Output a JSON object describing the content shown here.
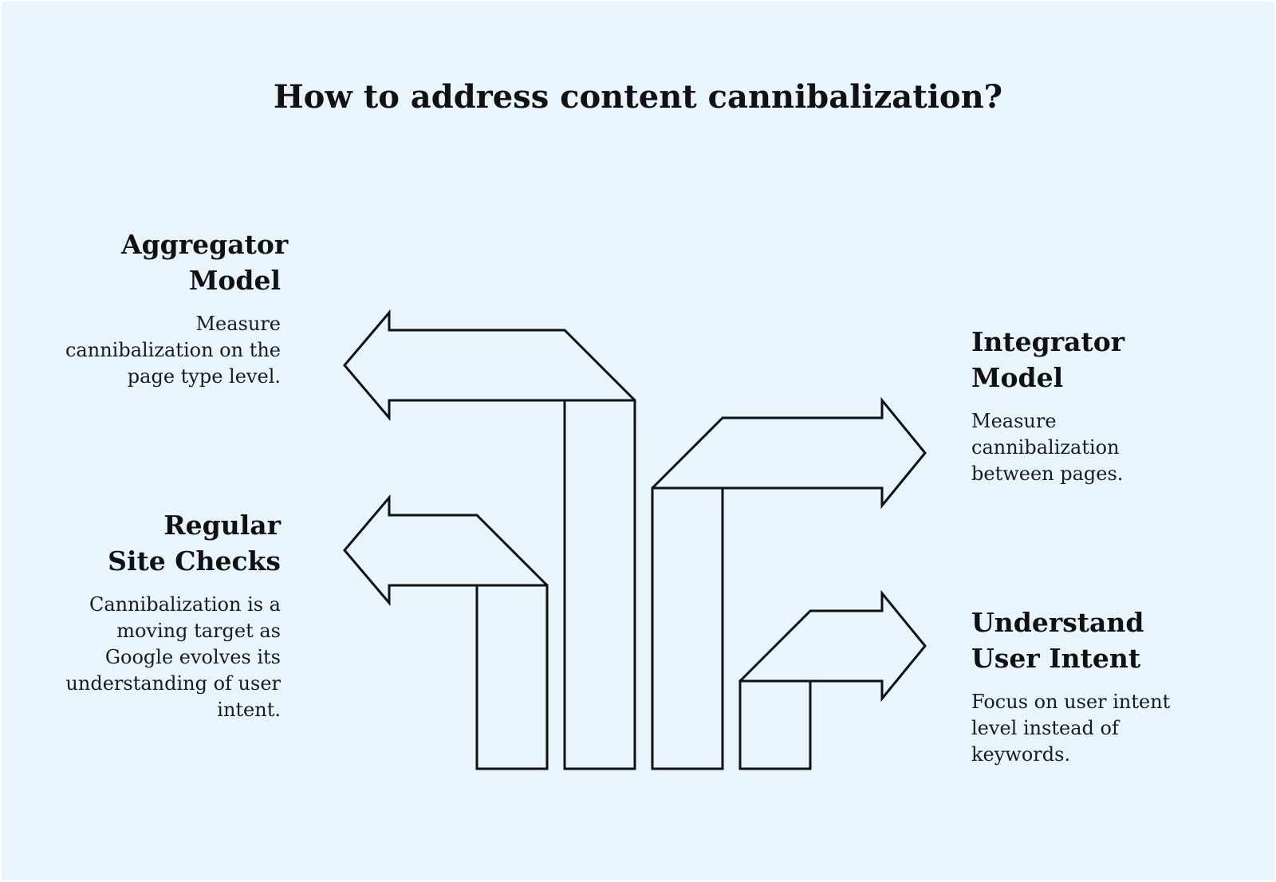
{
  "diagram": {
    "title": "How to address content cannibalization?",
    "items": [
      {
        "heading": "Aggregator Model",
        "description": "Measure cannibalization on the page type level.",
        "side": "left",
        "arrow_direction": "left"
      },
      {
        "heading": "Regular Site Checks",
        "description": "Cannibalization is a moving target as Google evolves its understanding of user intent.",
        "side": "left",
        "arrow_direction": "left"
      },
      {
        "heading": "Integrator Model",
        "description": "Measure cannibalization between pages.",
        "side": "right",
        "arrow_direction": "right"
      },
      {
        "heading": "Understand User Intent",
        "description": "Focus on user intent level instead of keywords.",
        "side": "right",
        "arrow_direction": "right"
      }
    ]
  },
  "colors": {
    "background": "#e8f5fc",
    "stroke": "#111111",
    "text": "#111111"
  }
}
